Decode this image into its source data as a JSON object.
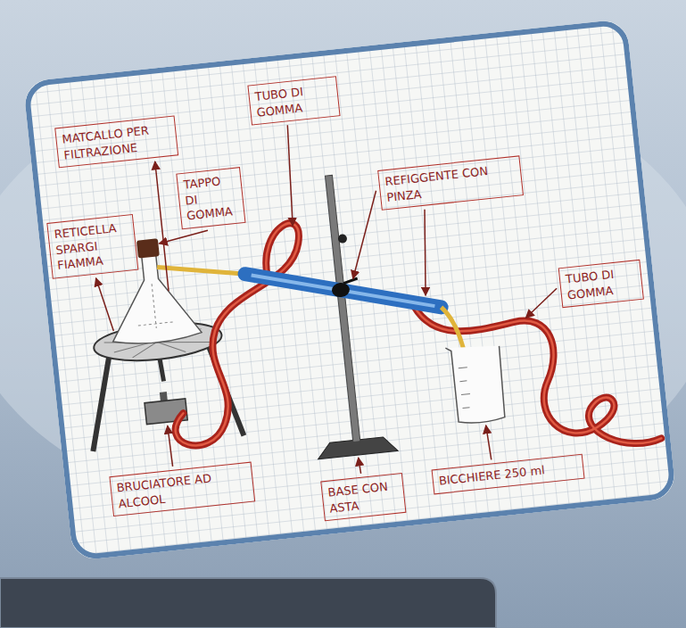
{
  "diagram": {
    "nodes": [
      {
        "text": [
          "MATCALLO PER FILTRAZIONE"
        ]
      },
      {
        "text": [
          "TUBO DI GOMMA"
        ]
      },
      {
        "text": [
          "TAPPO DI GOMMA"
        ]
      },
      {
        "text": [
          "REFIGGENTE CON PINZA"
        ]
      },
      {
        "text": [
          "RETICELLA SPARGI FIAMMA"
        ]
      },
      {
        "text": [
          "TUBO DI GOMMA"
        ]
      },
      {
        "text": [
          "BRUCIATORE AD ALCOOL"
        ]
      },
      {
        "text": [
          "BASE CON ASTA"
        ]
      },
      {
        "text": [
          "BICCHIERE 250 ml"
        ]
      }
    ]
  }
}
